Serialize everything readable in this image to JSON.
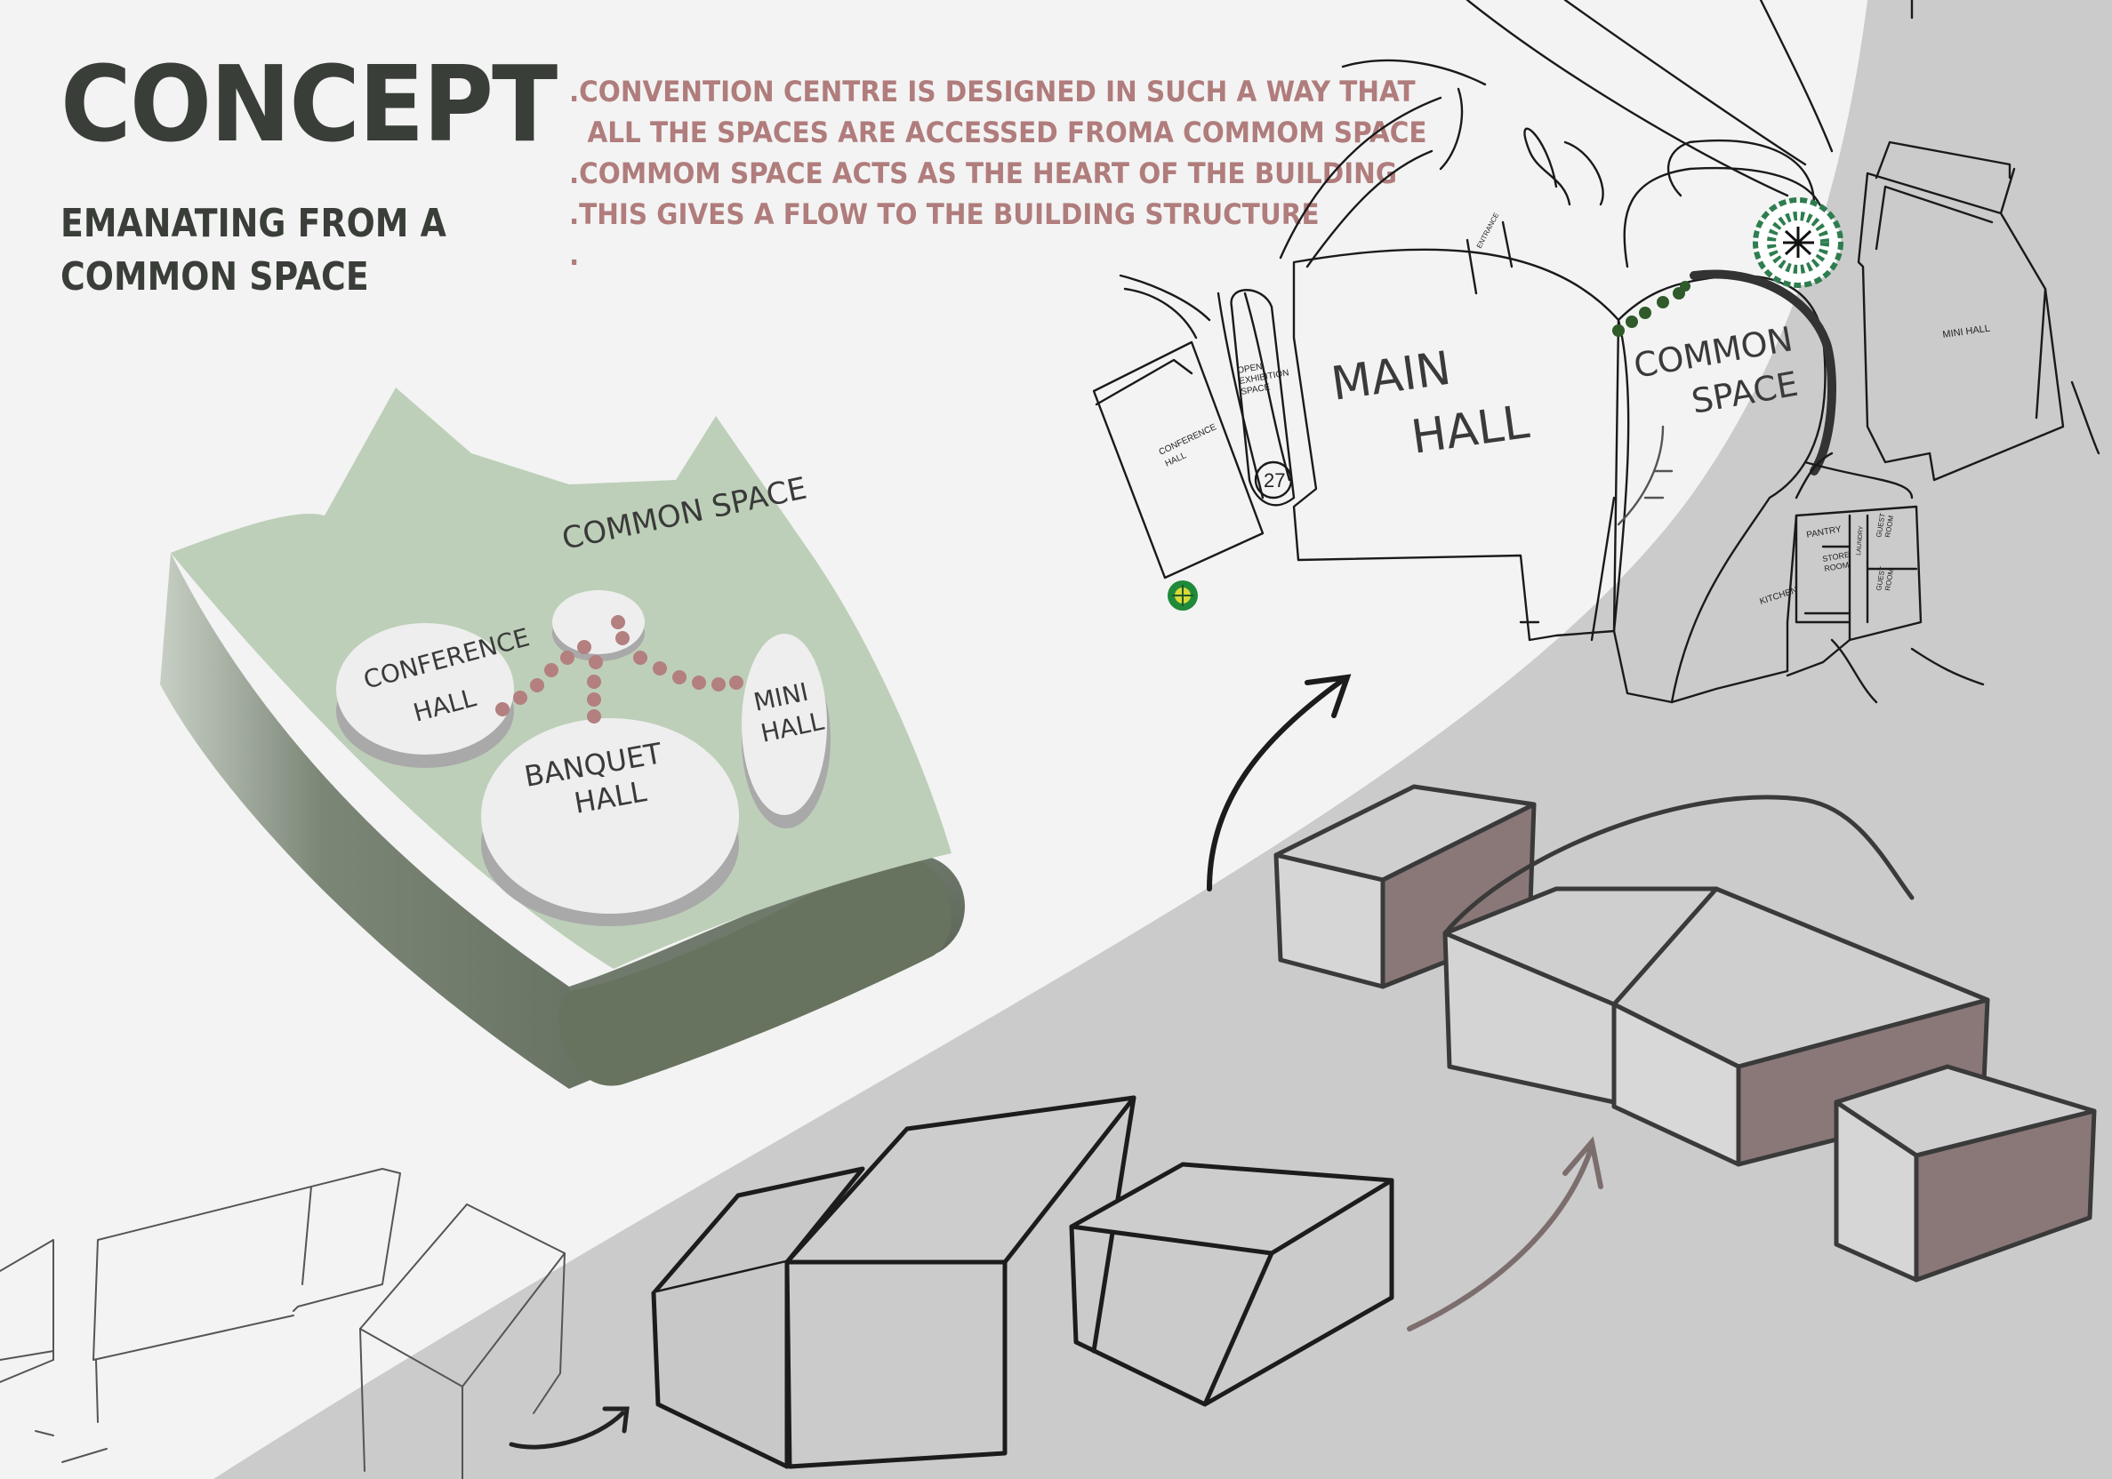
{
  "title": "CONCEPT",
  "subtitle": "EMANATING FROM A COMMON SPACE",
  "notes": [
    ".CONVENTION CENTRE IS DESIGNED IN SUCH A WAY THAT",
    "  ALL THE SPACES ARE ACCESSED FROMA COMMOM SPACE",
    ".COMMOM SPACE ACTS AS THE HEART OF THE BUILDING",
    ".THIS GIVES A FLOW TO THE BUILDING STRUCTURE",
    "."
  ],
  "concept_model": {
    "common_space": "COMMON SPACE",
    "conference_hall": [
      "CONFERENCE",
      "HALL"
    ],
    "banquet_hall": [
      "BANQUET",
      "HALL"
    ],
    "mini_hall": [
      "MINI",
      "HALL"
    ]
  },
  "plan": {
    "main_hall": [
      "MAIN",
      "HALL"
    ],
    "common_space": [
      "COMMON",
      "SPACE"
    ],
    "mini_hall": "MINI HALL",
    "conference_hall": [
      "CONFERENCE",
      "HALL"
    ],
    "open_exhibition": [
      "OPEN",
      "EXHIBITION",
      "SPACE"
    ],
    "entrance": "ENTRANCE",
    "kitchen": "KITCHEN",
    "pantry": "PANTRY",
    "store_room": [
      "STORE",
      "ROOM"
    ],
    "guest_room_1": [
      "GUEST",
      "ROOM"
    ],
    "guest_room_2": [
      "GUEST",
      "ROOM"
    ],
    "laundry": "LAUNDRY",
    "level_marker": "27"
  },
  "colors": {
    "background": "#f3f3f3",
    "band": "#cbcbcb",
    "heading": "#3a3e39",
    "notes": "#b07c7c",
    "site_top": "#bdcfb8",
    "site_side": "#6f7a6c",
    "dots": "#b37f7f",
    "box_dark": "#8a7878",
    "tree": "#2e7d4f"
  }
}
